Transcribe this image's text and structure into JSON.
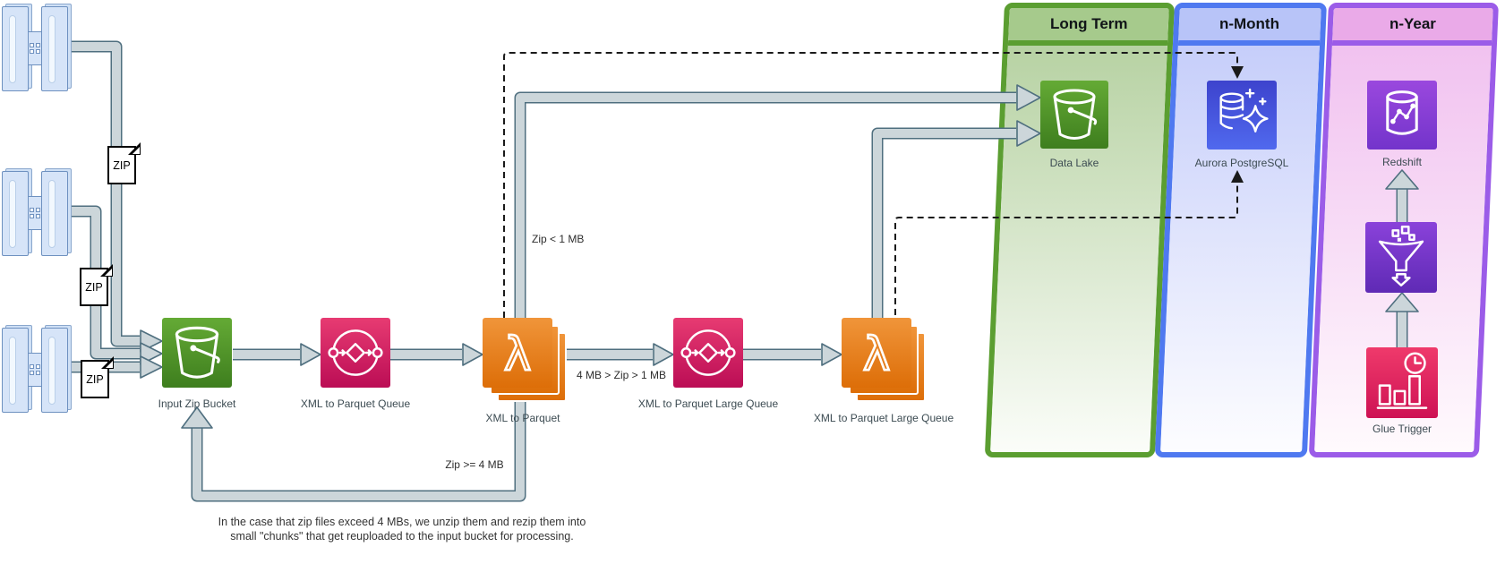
{
  "panels": [
    {
      "label": "Long Term",
      "border": "#5b9e31",
      "header_fill": "#a6ca8c",
      "body_top": "#b7d2a3",
      "body_bottom": "#fbfdf9"
    },
    {
      "label": "n-Month",
      "border": "#4f79f0",
      "header_fill": "#b8c4f8",
      "body_top": "#c6cefa",
      "body_bottom": "#fdfdff"
    },
    {
      "label": "n-Year",
      "border": "#9b5ce8",
      "header_fill": "#eaaae8",
      "body_top": "#f1c2f0",
      "body_bottom": "#fffafd"
    }
  ],
  "nodes": {
    "input_zip_bucket": {
      "label": "Input Zip Bucket",
      "type": "s3-bucket"
    },
    "xml_to_parquet_queue": {
      "label": "XML to Parquet Queue",
      "type": "sqs-queue"
    },
    "xml_to_parquet_lambda": {
      "label": "XML to Parquet",
      "type": "lambda"
    },
    "xml_to_parquet_large_queue": {
      "label": "XML to Parquet Large Queue",
      "type": "sqs-queue"
    },
    "xml_to_parquet_large_lambda": {
      "label": "XML to Parquet Large Queue",
      "type": "lambda"
    },
    "data_lake": {
      "label": "Data Lake",
      "type": "s3-bucket"
    },
    "aurora_postgresql": {
      "label": "Aurora PostgreSQL",
      "type": "aurora-database"
    },
    "redshift": {
      "label": "Redshift",
      "type": "redshift-database"
    },
    "glue_trigger": {
      "label": "Glue Trigger",
      "type": "glue-trigger"
    }
  },
  "edge_labels": {
    "zip_lt_1mb": "Zip < 1 MB",
    "zip_between": "4 MB > Zip > 1 MB",
    "zip_gte_4mb": "Zip >= 4 MB"
  },
  "file_tags": [
    {
      "label": "ZIP"
    },
    {
      "label": "ZIP"
    },
    {
      "label": "ZIP"
    }
  ],
  "note": "In the case that zip files exceed 4 MBs, we unzip them and rezip them into small \"chunks\" that get reuploaded to the input bucket for processing.",
  "colors": {
    "pipe_fill": "#ccd6da",
    "pipe_stroke": "#4f6f7f",
    "dash": "#1a1a1a",
    "s3_top": "#64aa35",
    "s3_bottom": "#3e7e1e",
    "sqs_top": "#e73b72",
    "sqs_bottom": "#bb0d55",
    "sqs_mid": "#d7246a",
    "lambda_top": "#f0953a",
    "lambda_bottom": "#dd6e08",
    "aurora_top": "#3d43cd",
    "aurora_bottom": "#5069ee",
    "redshift_top": "#9a48de",
    "redshift_bottom": "#7334cb",
    "filter_top": "#8a42da",
    "filter_bottom": "#5f2ab5",
    "glue_top": "#ef3a6b",
    "glue_bottom": "#ce1254"
  }
}
